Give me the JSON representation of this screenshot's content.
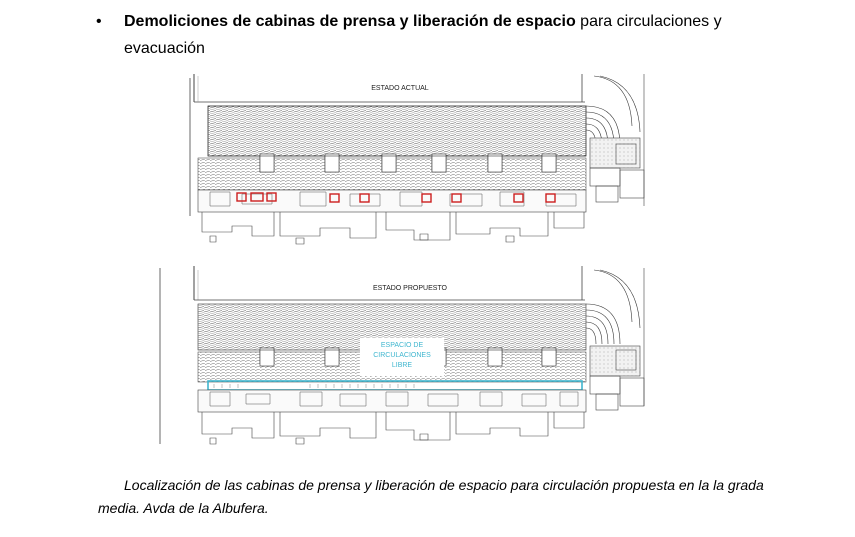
{
  "bullet": {
    "bold_text": "Demoliciones de cabinas de prensa y liberación de espacio",
    "normal_text_1": " para circulaciones y",
    "normal_text_2": "evacuación"
  },
  "figure": {
    "top_plan_label": "ESTADO ACTUAL",
    "bottom_plan_label": "ESTADO PROPUESTO",
    "annotation_line_1": "ESPACIO DE",
    "annotation_line_2": "CIRCULACIONES",
    "annotation_line_3": "LIBRE",
    "colors": {
      "cabin_marker": "#cc1f1f",
      "free_space_line": "#3fb6cf",
      "drawing_ink": "#3a3a3a"
    }
  },
  "caption": {
    "line_1": "Localización de las cabinas de prensa y liberación de espacio para circulación propuesta en la la grada",
    "line_2": "media. Avda de la Albufera."
  }
}
